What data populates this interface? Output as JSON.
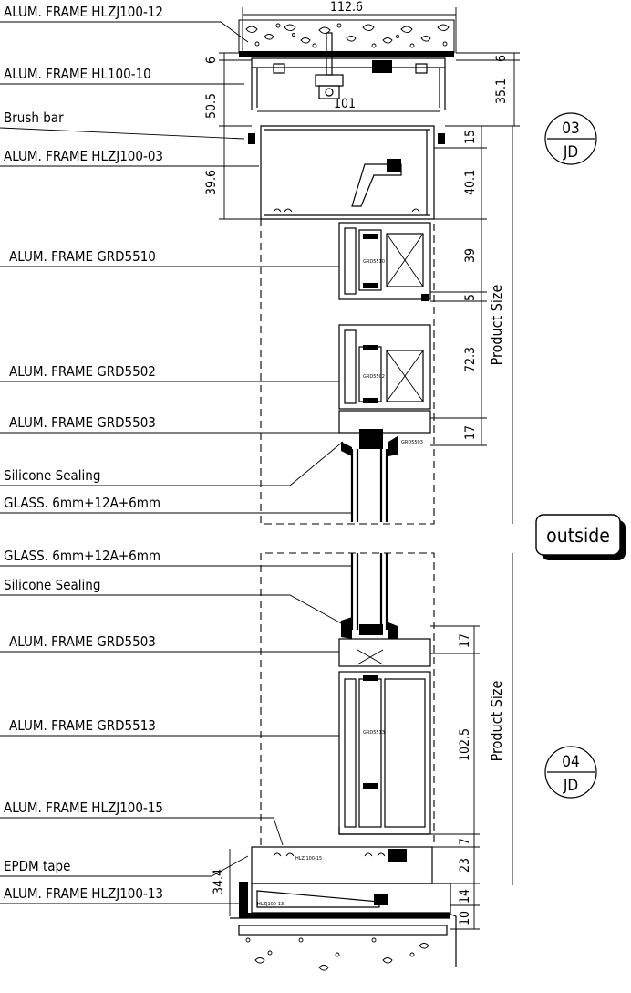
{
  "labels": {
    "hlzj100_12": "ALUM. FRAME HLZJ100-12",
    "hl100_10": "ALUM. FRAME HL100-10",
    "brush_bar": "Brush bar",
    "hlzj100_03": "ALUM. FRAME HLZJ100-03",
    "grd5510": "ALUM. FRAME GRD5510",
    "grd5502": "ALUM. FRAME GRD5502",
    "grd5503_top": "ALUM. FRAME GRD5503",
    "silicone_top": "Silicone Sealing",
    "glass_top": "GLASS. 6mm+12A+6mm",
    "glass_bottom": "GLASS. 6mm+12A+6mm",
    "silicone_bottom": "Silicone Sealing",
    "grd5503_bottom": "ALUM. FRAME GRD5503",
    "grd5513": "ALUM. FRAME GRD5513",
    "hlzj100_15": "ALUM. FRAME HLZJ100-15",
    "epdm_tape": "EPDM tape",
    "hlzj100_13": "ALUM. FRAME HLZJ100-13"
  },
  "dimensions": {
    "top_width": "112.6",
    "inner_width": "101",
    "left_top_6": "6",
    "right_top_6": "6",
    "d50_5": "50.5",
    "d35_1": "35.1",
    "d39_6": "39.6",
    "d15": "15",
    "d40_1": "40.1",
    "d39": "39",
    "d5": "5",
    "d72_3": "72.3",
    "d17_top": "17",
    "d17_bottom": "17",
    "d102_5": "102.5",
    "d7": "7",
    "d23": "23",
    "d14": "14",
    "d10": "10",
    "d34_4": "34.4",
    "product_size_top": "Product Size",
    "product_size_bottom": "Product Size"
  },
  "sections": {
    "top_num": "03",
    "top_ref": "JD",
    "bottom_num": "04",
    "bottom_ref": "JD"
  },
  "side_label": "outside",
  "profile_marks": {
    "grd5510": "GRD5510",
    "grd5502": "GRD5502",
    "grd5503": "GRD5503",
    "grd5513": "GRD5513",
    "hlzj100_15": "HLZJ100-15",
    "hlzj100_13": "HLZJ100-13"
  }
}
